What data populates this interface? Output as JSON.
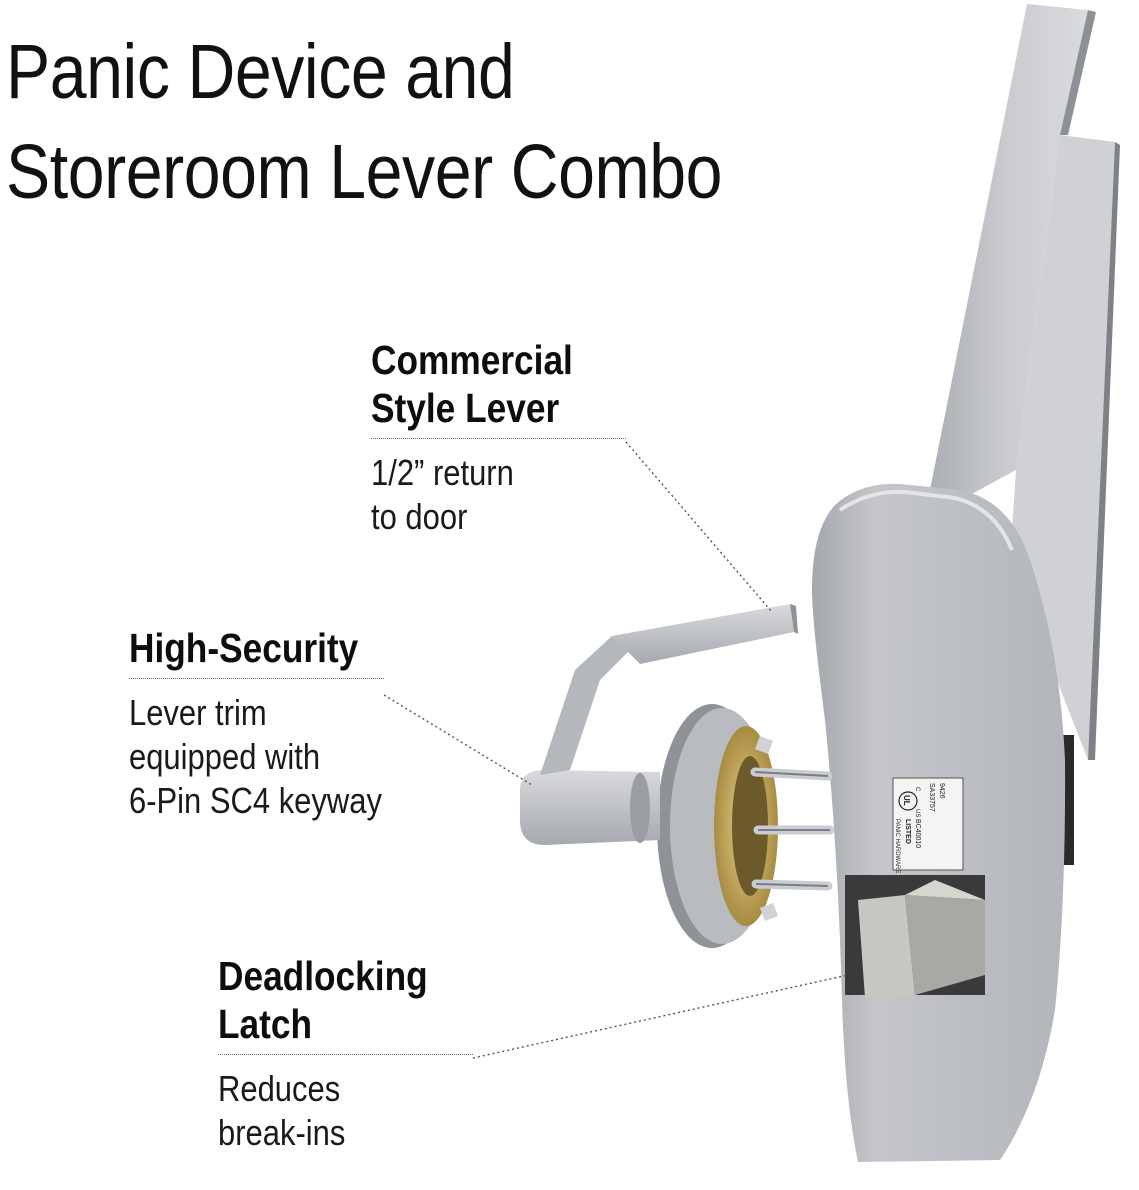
{
  "title": {
    "line1": "Panic Device and",
    "line2": "Storeroom Lever Combo"
  },
  "callouts": [
    {
      "heading_line1": "Commercial",
      "heading_line2": "Style Lever",
      "body_line1": "1/2” return",
      "body_line2": "to door"
    },
    {
      "heading_line1": "High-Security",
      "body_line1": "Lever trim",
      "body_line2": "equipped with",
      "body_line3": "6-Pin SC4 keyway"
    },
    {
      "heading_line1": "Deadlocking",
      "heading_line2": "Latch",
      "body_line1": "Reduces",
      "body_line2": "break-ins"
    }
  ],
  "label_plate": {
    "line1": "9426",
    "line2": "SA33757",
    "line3": "BC40010",
    "line4": "LISTED",
    "line5": "PANIC HARDWARE",
    "ul_mark": "UL",
    "c": "C",
    "us": "US"
  },
  "colors": {
    "metal": "#b9bcc1",
    "metal_light": "#d3d5d9",
    "metal_dark": "#8f9398",
    "brass": "#c9a95a",
    "text": "#111111",
    "leader": "#555555"
  }
}
